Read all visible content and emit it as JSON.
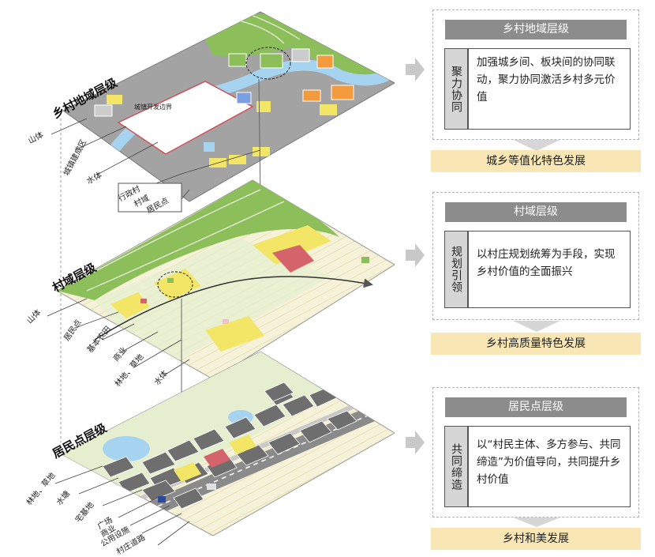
{
  "layers": [
    {
      "title": "乡村地域层级",
      "labels": [
        "山体",
        "城镇建成区",
        "水体",
        "行政村",
        "村域",
        "居民点"
      ],
      "boundary_label": "城镇开发边界"
    },
    {
      "title": "村域层级",
      "labels": [
        "山体",
        "居民点",
        "基本农田",
        "商业",
        "林地、草地",
        "水体"
      ]
    },
    {
      "title": "居民点层级",
      "labels": [
        "林地、草地",
        "水塘",
        "宅基地",
        "广场",
        "商业",
        "公用设施",
        "村庄道路"
      ]
    }
  ],
  "panels": [
    {
      "header": "乡村地域层级",
      "side": "聚力协同",
      "body": "加强城乡间、板块间的协同联动，聚力协同激活乡村多元价值",
      "result": "城乡等值化特色发展"
    },
    {
      "header": "村域层级",
      "side": "规划引领",
      "body": "以村庄规划统筹为手段，实现乡村价值的全面振兴",
      "result": "乡村高质量特色发展"
    },
    {
      "header": "居民点层级",
      "side": "共同缔造",
      "body": "以“村民主体、多方参与、共同缔造”为价值导向，共同提升乡村价值",
      "result": "乡村和美发展"
    }
  ],
  "colors": {
    "mountain": "#8cbf5a",
    "water": "#a6d4f0",
    "gray_land": "#a0a0a0",
    "yellow": "#f3e566",
    "red": "#d4636b",
    "field_stripe": "#efe9c8",
    "result_bg": "#f8e7b5",
    "panel_header": "#8c8c8c",
    "arrow": "#c8c8c8"
  }
}
